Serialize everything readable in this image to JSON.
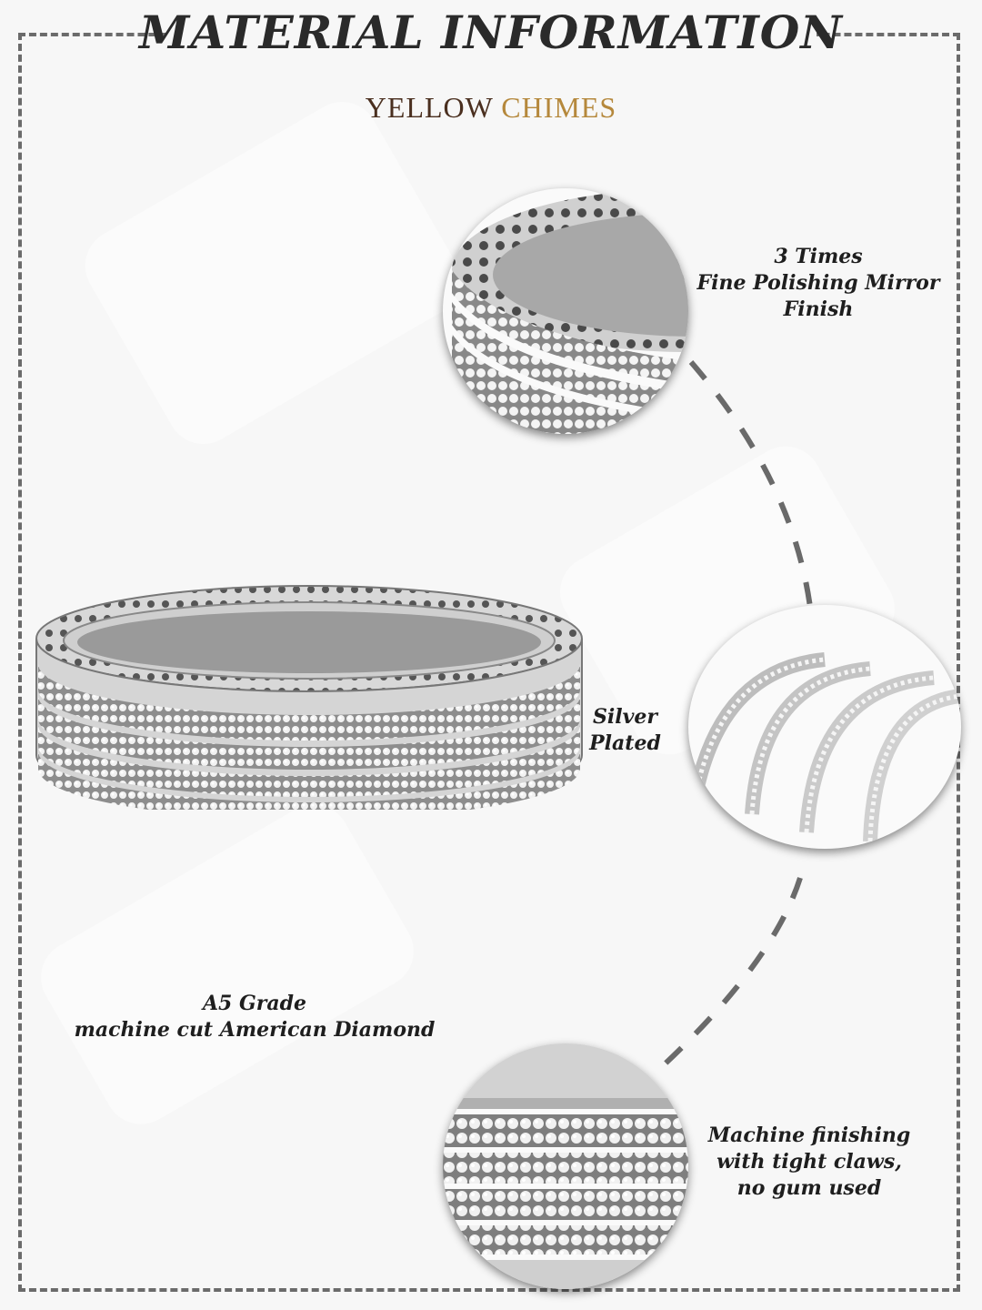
{
  "header": {
    "title": "MATERIAL INFORMATION"
  },
  "brand": {
    "part1": "YELLOW ",
    "part2": "CHIMES"
  },
  "features": {
    "polish": {
      "line1": "3 Times",
      "line2": "Fine Polishing Mirror",
      "line3": "Finish"
    },
    "plating": {
      "line1": "Silver",
      "line2": "Plated"
    },
    "stone": {
      "line1": "A5 Grade",
      "line2": "machine cut American Diamond"
    },
    "finishing": {
      "line1": "Machine finishing",
      "line2": "with tight claws,",
      "line3": "no gum used"
    }
  },
  "colors": {
    "frame": "#6b6b6b",
    "brand_dark": "#4a2f1f",
    "brand_gold": "#b5883c",
    "text": "#1e1e1e"
  },
  "icons": {
    "main_product": "bangle-stack-image",
    "zoom1": "bangle-closeup-image",
    "zoom2": "bangle-fan-image",
    "zoom3": "stone-rows-closeup-image"
  }
}
